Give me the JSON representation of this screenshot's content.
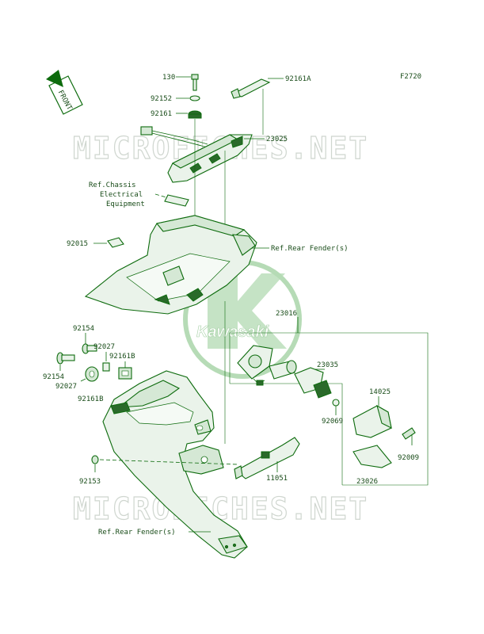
{
  "figure_code": "F2720",
  "front_label": "FRONT",
  "watermark_text": "MICROFICHES.NET",
  "logo_text": "Kawasaki",
  "refs": {
    "chassis_line1": "Ref.Chassis",
    "chassis_line2": "Electrical",
    "chassis_line3": "Equipment",
    "rear_fender_upper": "Ref.Rear Fender(s)",
    "rear_fender_lower": "Ref.Rear Fender(s)"
  },
  "part_labels": {
    "p130": "130",
    "p92161A": "92161A",
    "p92152": "92152",
    "p92161": "92161",
    "p23025": "23025",
    "p92015": "92015",
    "p23016": "23016",
    "p92154_a": "92154",
    "p92027_a": "92027",
    "p92161B_a": "92161B",
    "p92154_b": "92154",
    "p92027_b": "92027",
    "p92161B_b": "92161B",
    "p23035": "23035",
    "p14025": "14025",
    "p92069": "92069",
    "p92009": "92009",
    "p23026": "23026",
    "p92153": "92153",
    "p11051": "11051"
  },
  "colors": {
    "line": "#0d6b0d",
    "text": "#1a4d1a",
    "fill_light": "#eaf3ea",
    "watermark": "#cfd6cf"
  }
}
